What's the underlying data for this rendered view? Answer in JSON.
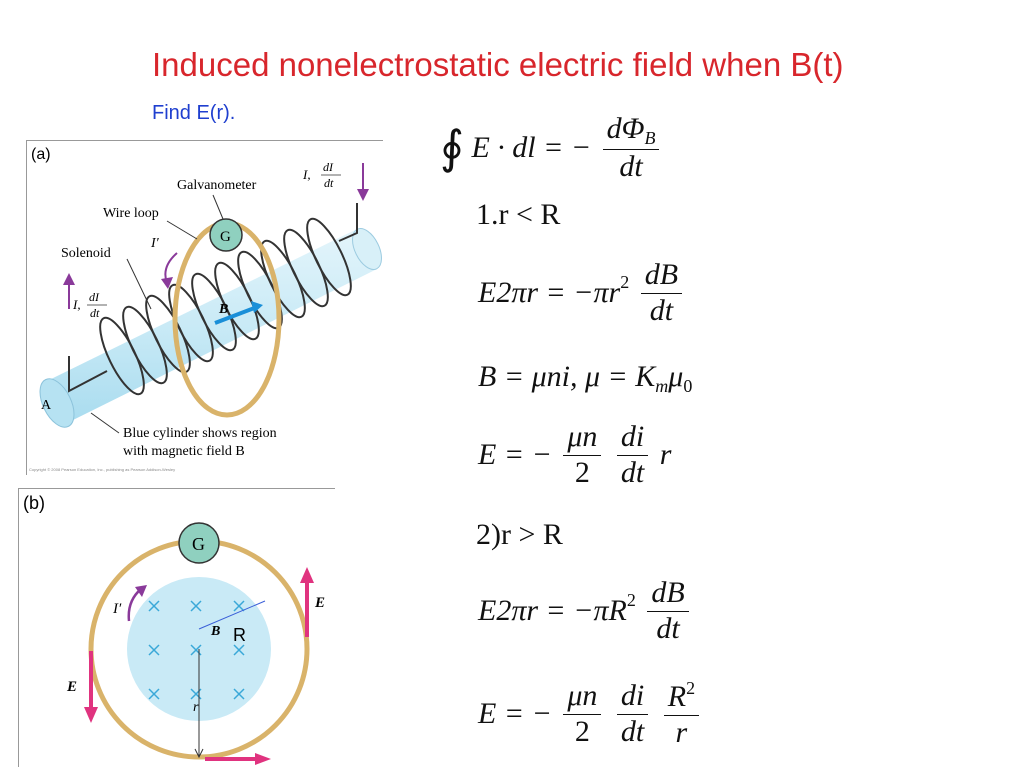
{
  "slide": {
    "title": "Induced nonelectrostatic electric field when B(t)",
    "subtitle": "Find E(r)."
  },
  "equations": {
    "faraday_int": "∮",
    "faraday_lhs": "E · dl = −",
    "faraday_num": "dΦ",
    "faraday_num_sub": "B",
    "faraday_den": "dt",
    "case1": "1.r < R",
    "eq1_lhs": "E2πr = −πr",
    "eq1_sup": "2",
    "eq1_num": "dB",
    "eq1_den": "dt",
    "eq2_a": "B = μni, μ = K",
    "eq2_sub": "m",
    "eq2_b": "μ",
    "eq2_sub0": "0",
    "eq3_lhs": "E = −",
    "eq3_f1_num": "μn",
    "eq3_f1_den": "2",
    "eq3_f2_num": "di",
    "eq3_f2_den": "dt",
    "eq3_tail": "r",
    "case2": "2)r > R",
    "eq4_lhs": "E2πr = −πR",
    "eq4_sup": "2",
    "eq4_num": "dB",
    "eq4_den": "dt",
    "eq5_lhs": "E = −",
    "eq5_f1_num": "μn",
    "eq5_f1_den": "2",
    "eq5_f2_num": "di",
    "eq5_f2_den": "dt",
    "eq5_f3_num": "R",
    "eq5_f3_sup": "2",
    "eq5_f3_den": "r"
  },
  "figure_a": {
    "panel_label": "(a)",
    "galvanometer": "Galvanometer",
    "galv_letter": "G",
    "wire_loop": "Wire loop",
    "solenoid": "Solenoid",
    "current_prime": "I′",
    "current_right": "I,",
    "dI": "dI",
    "dt": "dt",
    "current_left": "I,",
    "b_label": "B",
    "end_label": "A",
    "caption_1": "Blue cylinder shows region",
    "caption_2": "with magnetic field B",
    "copyright": "Copyright © 2008 Pearson Education, Inc., publishing as Pearson Addison-Wesley"
  },
  "figure_b": {
    "panel_label": "(b)",
    "galv_letter": "G",
    "current_prime": "I′",
    "b_label": "B",
    "radius_R": "R",
    "radius_r": "r",
    "e_right": "E",
    "e_left": "E"
  },
  "colors": {
    "title": "#d8262c",
    "subtitle": "#1f3fcf",
    "cylinder": "#c9eaf6",
    "coil": "#333333",
    "loop": "#d9b36a",
    "galvanometer": "#8fd0bf",
    "e_arrow": "#e0337f",
    "current_arrow": "#8a3a9a",
    "b_arrow": "#1a8fd8"
  }
}
